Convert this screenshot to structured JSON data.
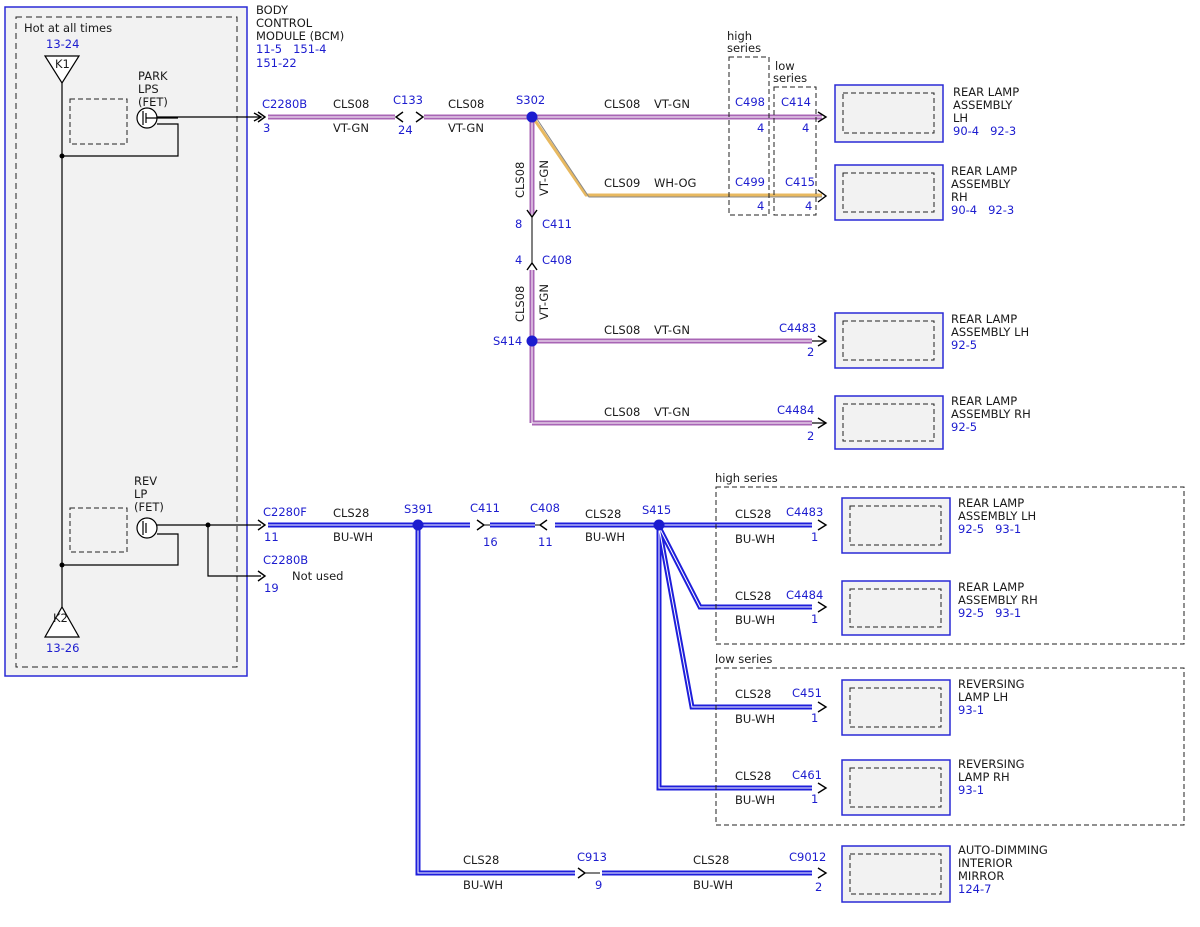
{
  "colors": {
    "ref_blue": "#1c1ccf",
    "vt_gn": "#a865b5",
    "bu_wh": "#1e1edb",
    "wh_og": "#e8b960",
    "module_fill": "#f2f2f2"
  },
  "bcm": {
    "hot_label": "Hot at all times",
    "hot_ref": "13-24",
    "k1": "K1",
    "k2": "K2",
    "k2_ref": "13-26",
    "name_l1": "BODY",
    "name_l2": "CONTROL",
    "name_l3": "MODULE (BCM)",
    "ref_l1": "11-5   151-4",
    "ref_l2": "151-22",
    "park_l1": "PARK",
    "park_l2": "LPS",
    "park_l3": "(FET)",
    "rev_l1": "REV",
    "rev_l2": "LP",
    "rev_l3": "(FET)"
  },
  "park_circuit": {
    "c2280b": "C2280B",
    "c2280b_pin": "3",
    "c133": "C133",
    "c133_pin": "24",
    "s302": "S302",
    "c411": "C411",
    "c411_pin": "8",
    "c408": "C408",
    "c408_pin": "4",
    "s414": "S414",
    "c498": "C498",
    "c498_pin": "4",
    "c414": "C414",
    "c414_pin": "4",
    "c499": "C499",
    "c499_pin": "4",
    "c415": "C415",
    "c415_pin": "4",
    "c4483": "C4483",
    "c4483_pin": "2",
    "c4484": "C4484",
    "c4484_pin": "2",
    "high_series_l1": "high",
    "high_series_l2": "series",
    "low_series_l1": "low",
    "low_series_l2": "series",
    "circuit_cls08": "CLS08",
    "circuit_cls09": "CLS09",
    "color_vtgn": "VT-GN",
    "color_whog": "WH-OG"
  },
  "rev_circuit": {
    "c2280f": "C2280F",
    "c2280f_pin": "11",
    "c2280b": "C2280B",
    "c2280b_pin": "19",
    "not_used": "Not used",
    "s391": "S391",
    "c411": "C411",
    "c411_pin": "16",
    "c408": "C408",
    "c408_pin": "11",
    "s415": "S415",
    "c4483": "C4483",
    "c4483_pin": "1",
    "c4484": "C4484",
    "c4484_pin": "1",
    "c451": "C451",
    "c451_pin": "1",
    "c461": "C461",
    "c461_pin": "1",
    "c913": "C913",
    "c913_pin": "9",
    "c9012": "C9012",
    "c9012_pin": "2",
    "high_series": "high series",
    "low_series": "low series",
    "circuit_cls28": "CLS28",
    "color_buwh": "BU-WH"
  },
  "components": {
    "rl_lh_1": {
      "l1": "REAR LAMP",
      "l2": "ASSEMBLY",
      "l3": "LH",
      "ref": "90-4   92-3"
    },
    "rl_rh_1": {
      "l1": "REAR LAMP",
      "l2": "ASSEMBLY",
      "l3": "RH",
      "ref": "90-4   92-3"
    },
    "rl_lh_2": {
      "l1": "REAR LAMP",
      "l2": "ASSEMBLY LH",
      "ref": "92-5"
    },
    "rl_rh_2": {
      "l1": "REAR LAMP",
      "l2": "ASSEMBLY RH",
      "ref": "92-5"
    },
    "rl_lh_3": {
      "l1": "REAR LAMP",
      "l2": "ASSEMBLY LH",
      "ref": "92-5   93-1"
    },
    "rl_rh_3": {
      "l1": "REAR LAMP",
      "l2": "ASSEMBLY RH",
      "ref": "92-5   93-1"
    },
    "rev_lh": {
      "l1": "REVERSING",
      "l2": "LAMP LH",
      "ref": "93-1"
    },
    "rev_rh": {
      "l1": "REVERSING",
      "l2": "LAMP RH",
      "ref": "93-1"
    },
    "mirror": {
      "l1": "AUTO-DIMMING",
      "l2": "INTERIOR",
      "l3": "MIRROR",
      "ref": "124-7"
    }
  }
}
